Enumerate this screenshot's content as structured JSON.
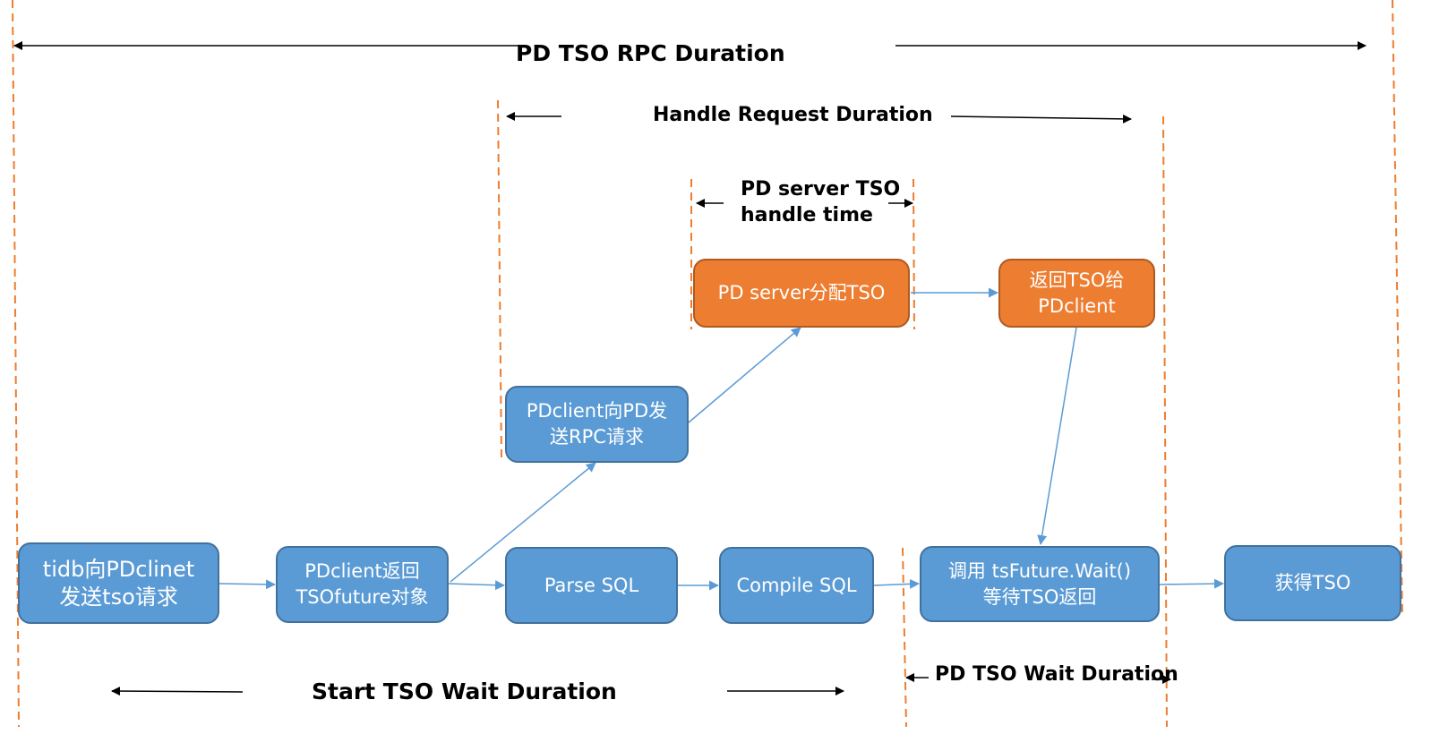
{
  "colors": {
    "process_box": "#5b9bd5",
    "process_border": "#41719c",
    "server_box": "#ed7d31",
    "server_border": "#ae5a21",
    "flow_arrow": "#5b9bd5",
    "span_arrow": "#000000",
    "boundary_line": "#ed7d31"
  },
  "spans": {
    "pd_tso_rpc_duration": "PD TSO RPC Duration",
    "handle_request_duration": "Handle Request Duration",
    "pd_server_tso_handle_time": "PD server TSO\nhandle time",
    "start_tso_wait_duration": "Start TSO Wait Duration",
    "pd_tso_wait_duration": "PD TSO Wait Duration"
  },
  "nodes": {
    "tidb_send_request": "tidb向PDclinet\n发送tso请求",
    "pdclient_return_future": "PDclient返回\nTSOfuture对象",
    "parse_sql": "Parse SQL",
    "compile_sql": "Compile SQL",
    "call_wait": "调用 tsFuture.Wait()\n等待TSO返回",
    "get_tso": "获得TSO",
    "pdclient_send_rpc": "PDclient向PD发\n送RPC请求",
    "pd_server_allocate": "PD server分配TSO",
    "return_tso_to_client": "返回TSO给\nPDclient"
  }
}
